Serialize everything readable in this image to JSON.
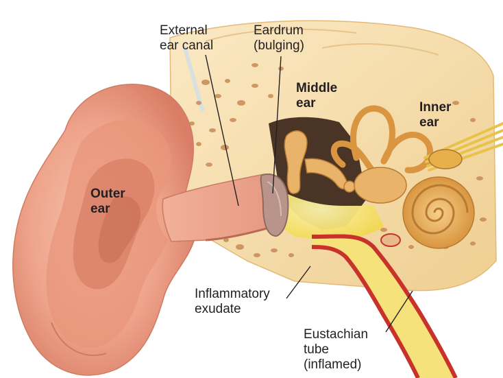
{
  "labels": {
    "external_ear_canal": [
      "External",
      "ear canal"
    ],
    "eardrum": [
      "Eardrum",
      "(bulging)"
    ],
    "middle_ear": [
      "Middle",
      "ear"
    ],
    "inner_ear": [
      "Inner",
      "ear"
    ],
    "outer_ear": [
      "Outer",
      "ear"
    ],
    "inflammatory_exudate": [
      "Inflammatory",
      "exudate"
    ],
    "eustachian_tube": [
      "Eustachian",
      "tube",
      "(inflamed)"
    ]
  },
  "colors": {
    "skin": "#f0a890",
    "skin_shadow": "#d9826c",
    "bone": "#f4d7a0",
    "bone_pore": "#c88a55",
    "cavity": "#4a3426",
    "ossicle": "#e9b46a",
    "exudate": "#f7e36a",
    "tube_wall": "#c8322a",
    "eardrum": "#b8948a",
    "leader_line": "#231f20"
  }
}
